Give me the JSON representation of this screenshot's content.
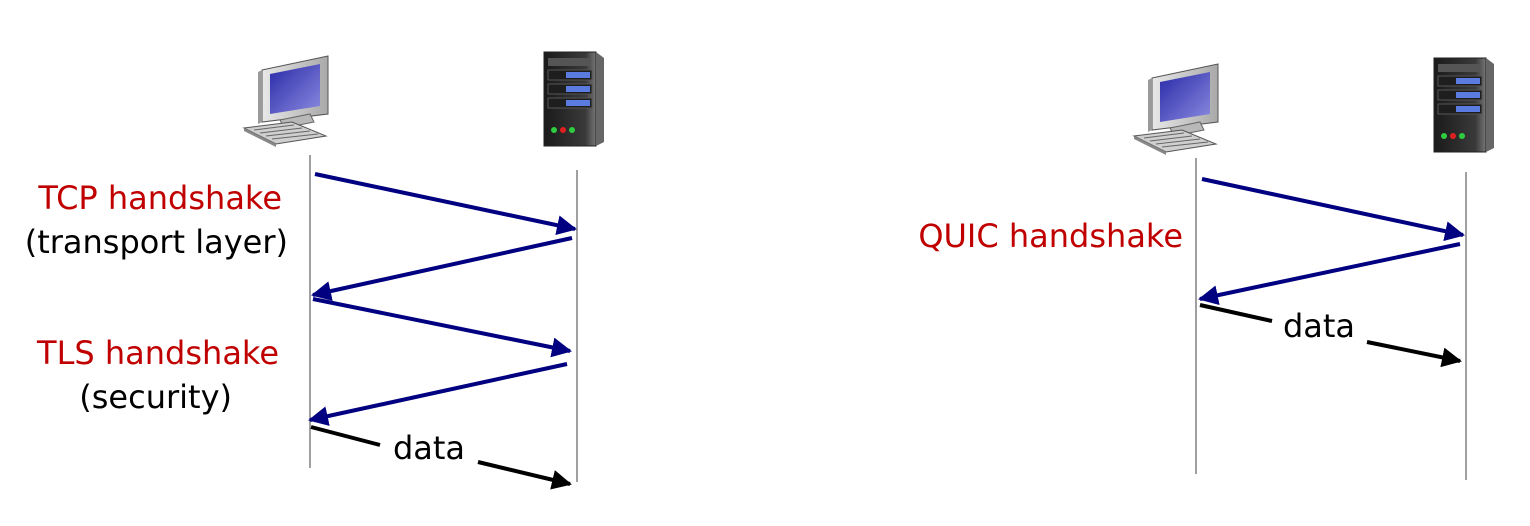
{
  "colors": {
    "accent_red": "#C00000",
    "arrow_blue": "#000080",
    "arrow_black": "#000000",
    "timeline": "#808080",
    "text": "#000000"
  },
  "left_panel": {
    "icons": {
      "client": "desktop-computer-icon",
      "server": "server-tower-icon"
    },
    "tcp_label": "TCP handshake",
    "tcp_sub": "(transport layer)",
    "tls_label": "TLS handshake",
    "tls_sub": "(security)",
    "data_label": "data"
  },
  "right_panel": {
    "icons": {
      "client": "desktop-computer-icon",
      "server": "server-tower-icon"
    },
    "quic_label": "QUIC handshake",
    "data_label": "data"
  }
}
